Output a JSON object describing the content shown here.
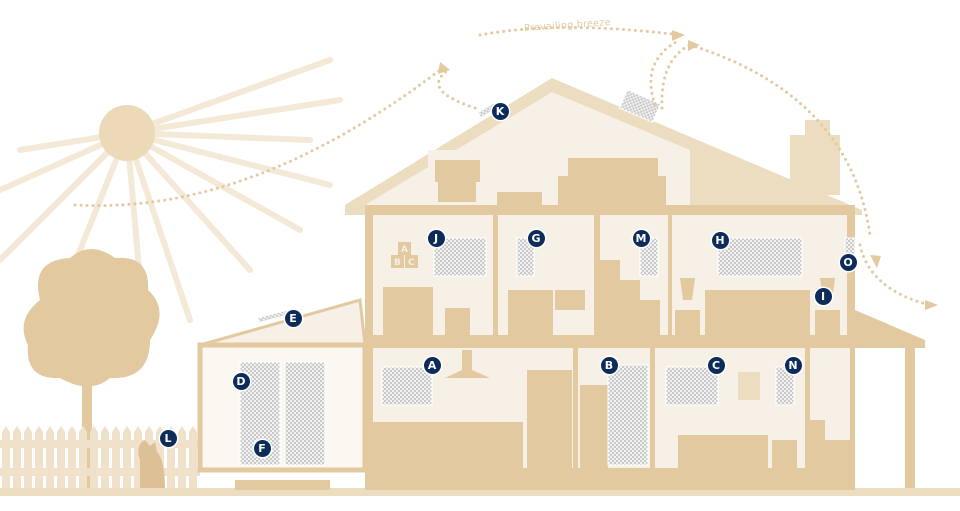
{
  "breeze_label": "Prevailing breeze",
  "blocks": [
    "A",
    "B",
    "C"
  ],
  "markers": [
    {
      "id": "A",
      "label": "A"
    },
    {
      "id": "B",
      "label": "B"
    },
    {
      "id": "C",
      "label": "C"
    },
    {
      "id": "D",
      "label": "D"
    },
    {
      "id": "E",
      "label": "E"
    },
    {
      "id": "F",
      "label": "F"
    },
    {
      "id": "G",
      "label": "G"
    },
    {
      "id": "H",
      "label": "H"
    },
    {
      "id": "I",
      "label": "I"
    },
    {
      "id": "J",
      "label": "J"
    },
    {
      "id": "K",
      "label": "K"
    },
    {
      "id": "L",
      "label": "L"
    },
    {
      "id": "M",
      "label": "M"
    },
    {
      "id": "N",
      "label": "N"
    },
    {
      "id": "O",
      "label": "O"
    }
  ],
  "colors": {
    "tan": "#e2c9a0",
    "light": "#f6f0e6",
    "mid": "#ecdcc0",
    "marker": "#0d2c5a"
  }
}
